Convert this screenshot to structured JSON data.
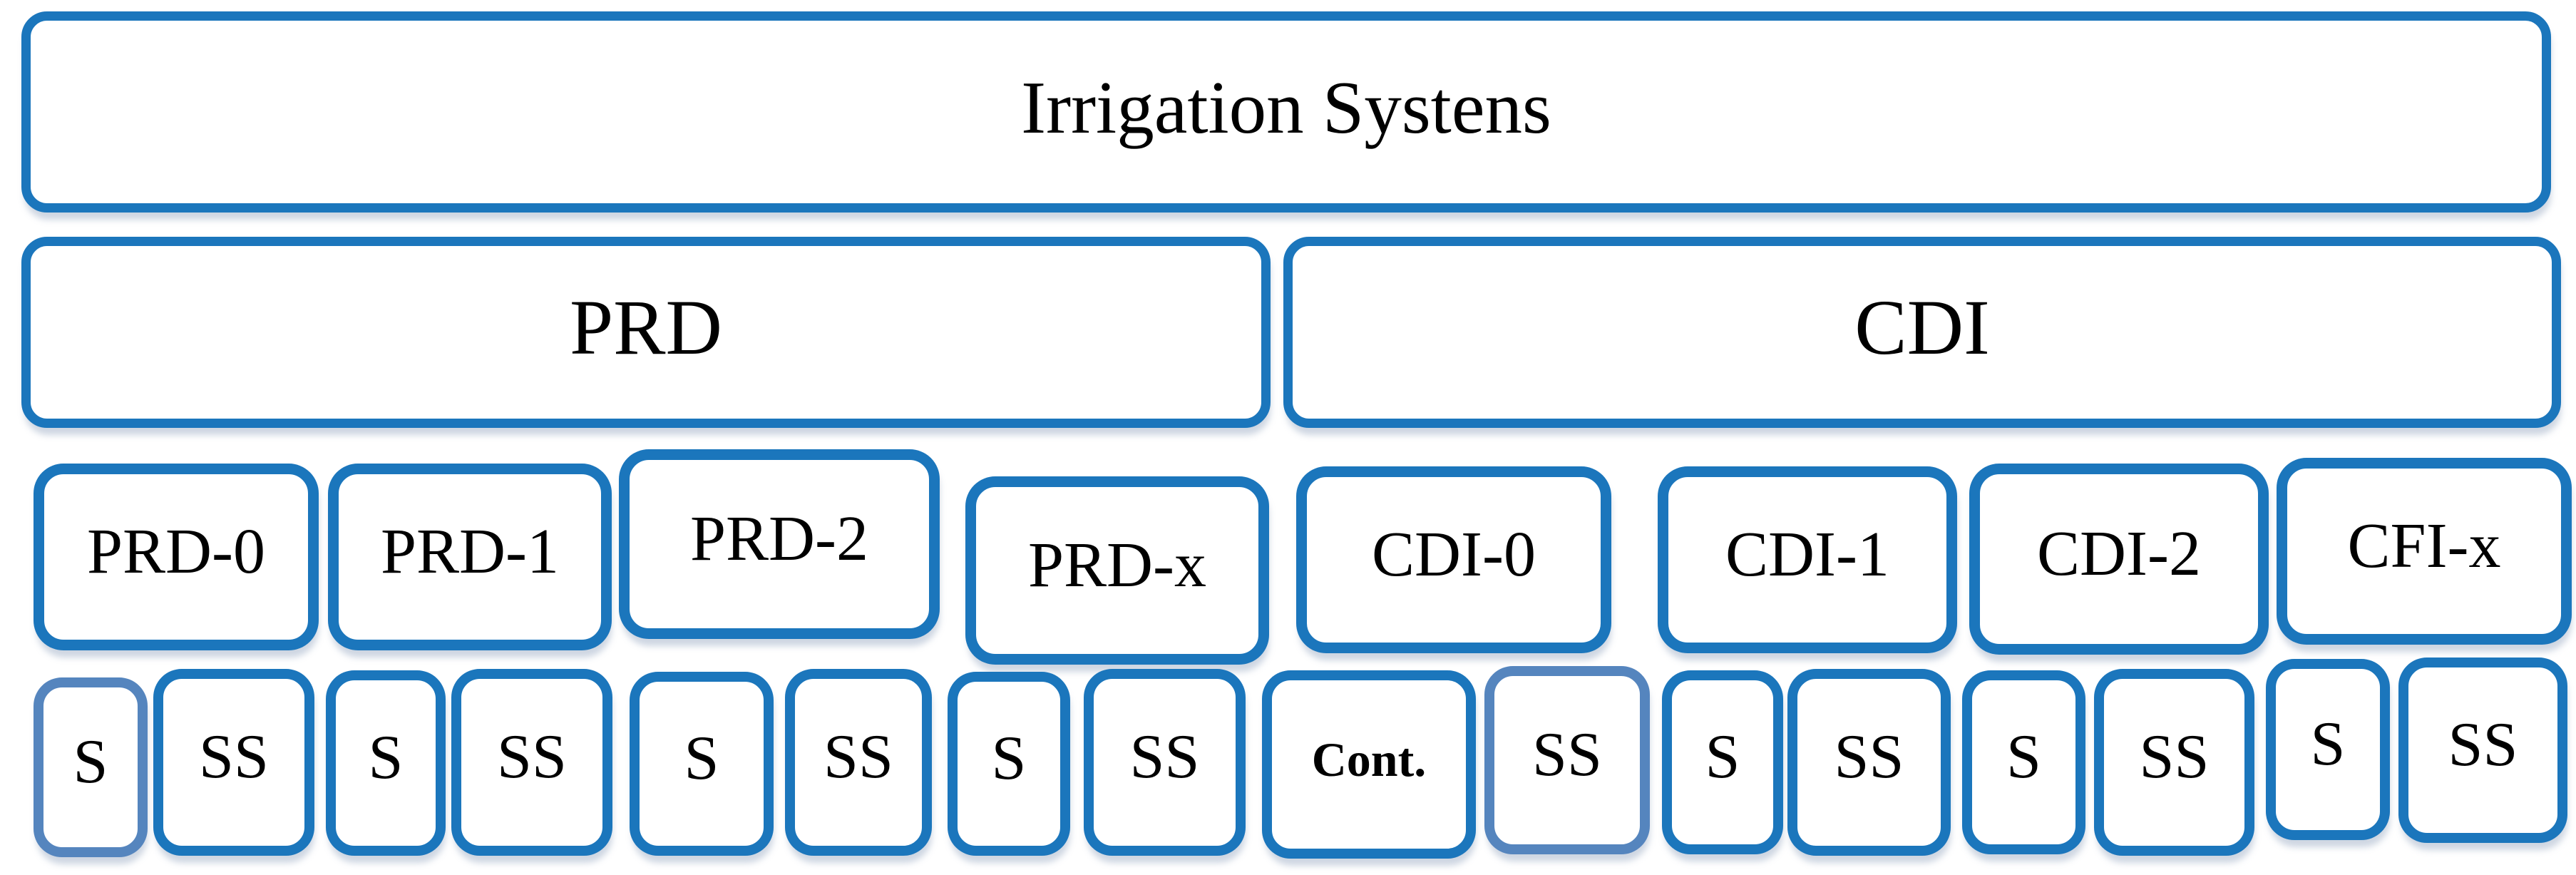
{
  "diagram": {
    "title": {
      "label": "Irrigation Systens"
    },
    "systems": [
      {
        "label": "PRD"
      },
      {
        "label": "CDI"
      }
    ],
    "subsystems": [
      {
        "label": "PRD-0"
      },
      {
        "label": "PRD-1"
      },
      {
        "label": "PRD-2"
      },
      {
        "label": "PRD-x"
      },
      {
        "label": "CDI-0"
      },
      {
        "label": "CDI-1"
      },
      {
        "label": "CDI-2"
      },
      {
        "label": "CFI-x"
      }
    ],
    "units": [
      {
        "label": "S"
      },
      {
        "label": "SS"
      },
      {
        "label": "S"
      },
      {
        "label": "SS"
      },
      {
        "label": "S"
      },
      {
        "label": "SS"
      },
      {
        "label": "S"
      },
      {
        "label": "SS"
      },
      {
        "label": "Cont."
      },
      {
        "label": "SS"
      },
      {
        "label": "S"
      },
      {
        "label": "SS"
      },
      {
        "label": "S"
      },
      {
        "label": "SS"
      },
      {
        "label": "S"
      },
      {
        "label": "SS"
      }
    ],
    "colors": {
      "border": "#1b76bc",
      "border_light": "#5585be",
      "text": "#000000",
      "background": "#ffffff"
    }
  }
}
